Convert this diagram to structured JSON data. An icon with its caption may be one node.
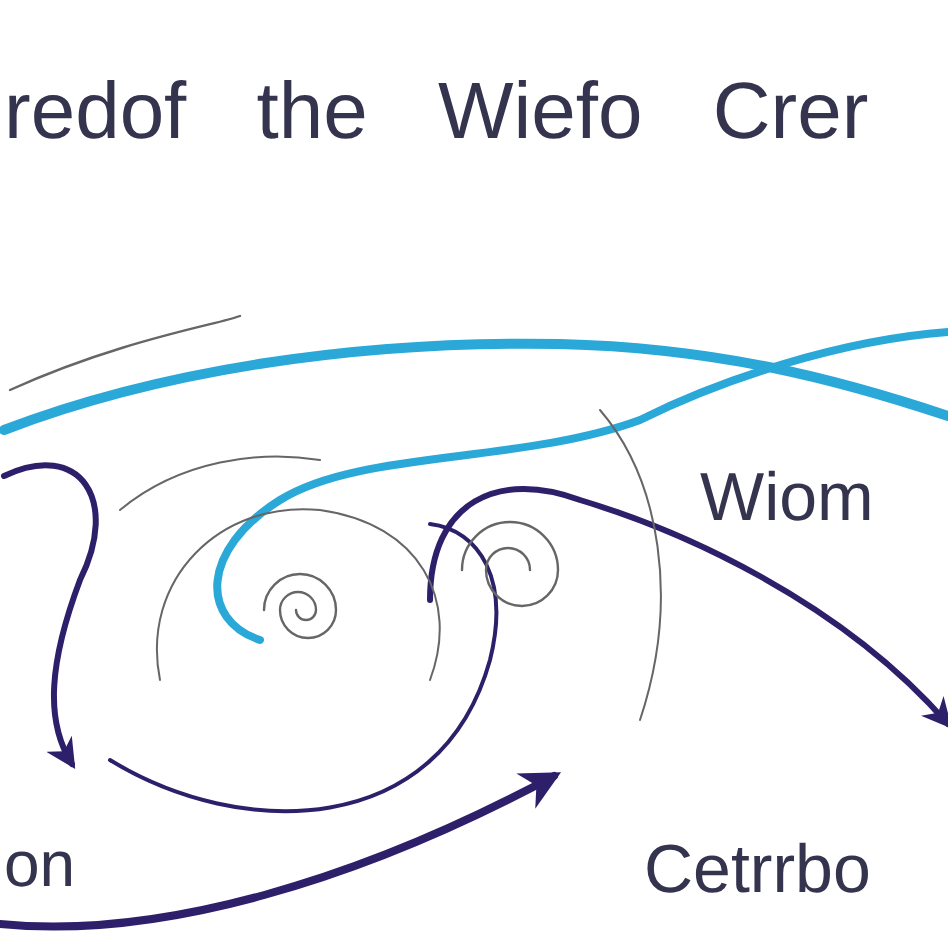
{
  "diagram": {
    "title": "redof the Wiefo Crer",
    "labels": [
      "Wiom",
      "on",
      "Cetrrbo"
    ]
  }
}
